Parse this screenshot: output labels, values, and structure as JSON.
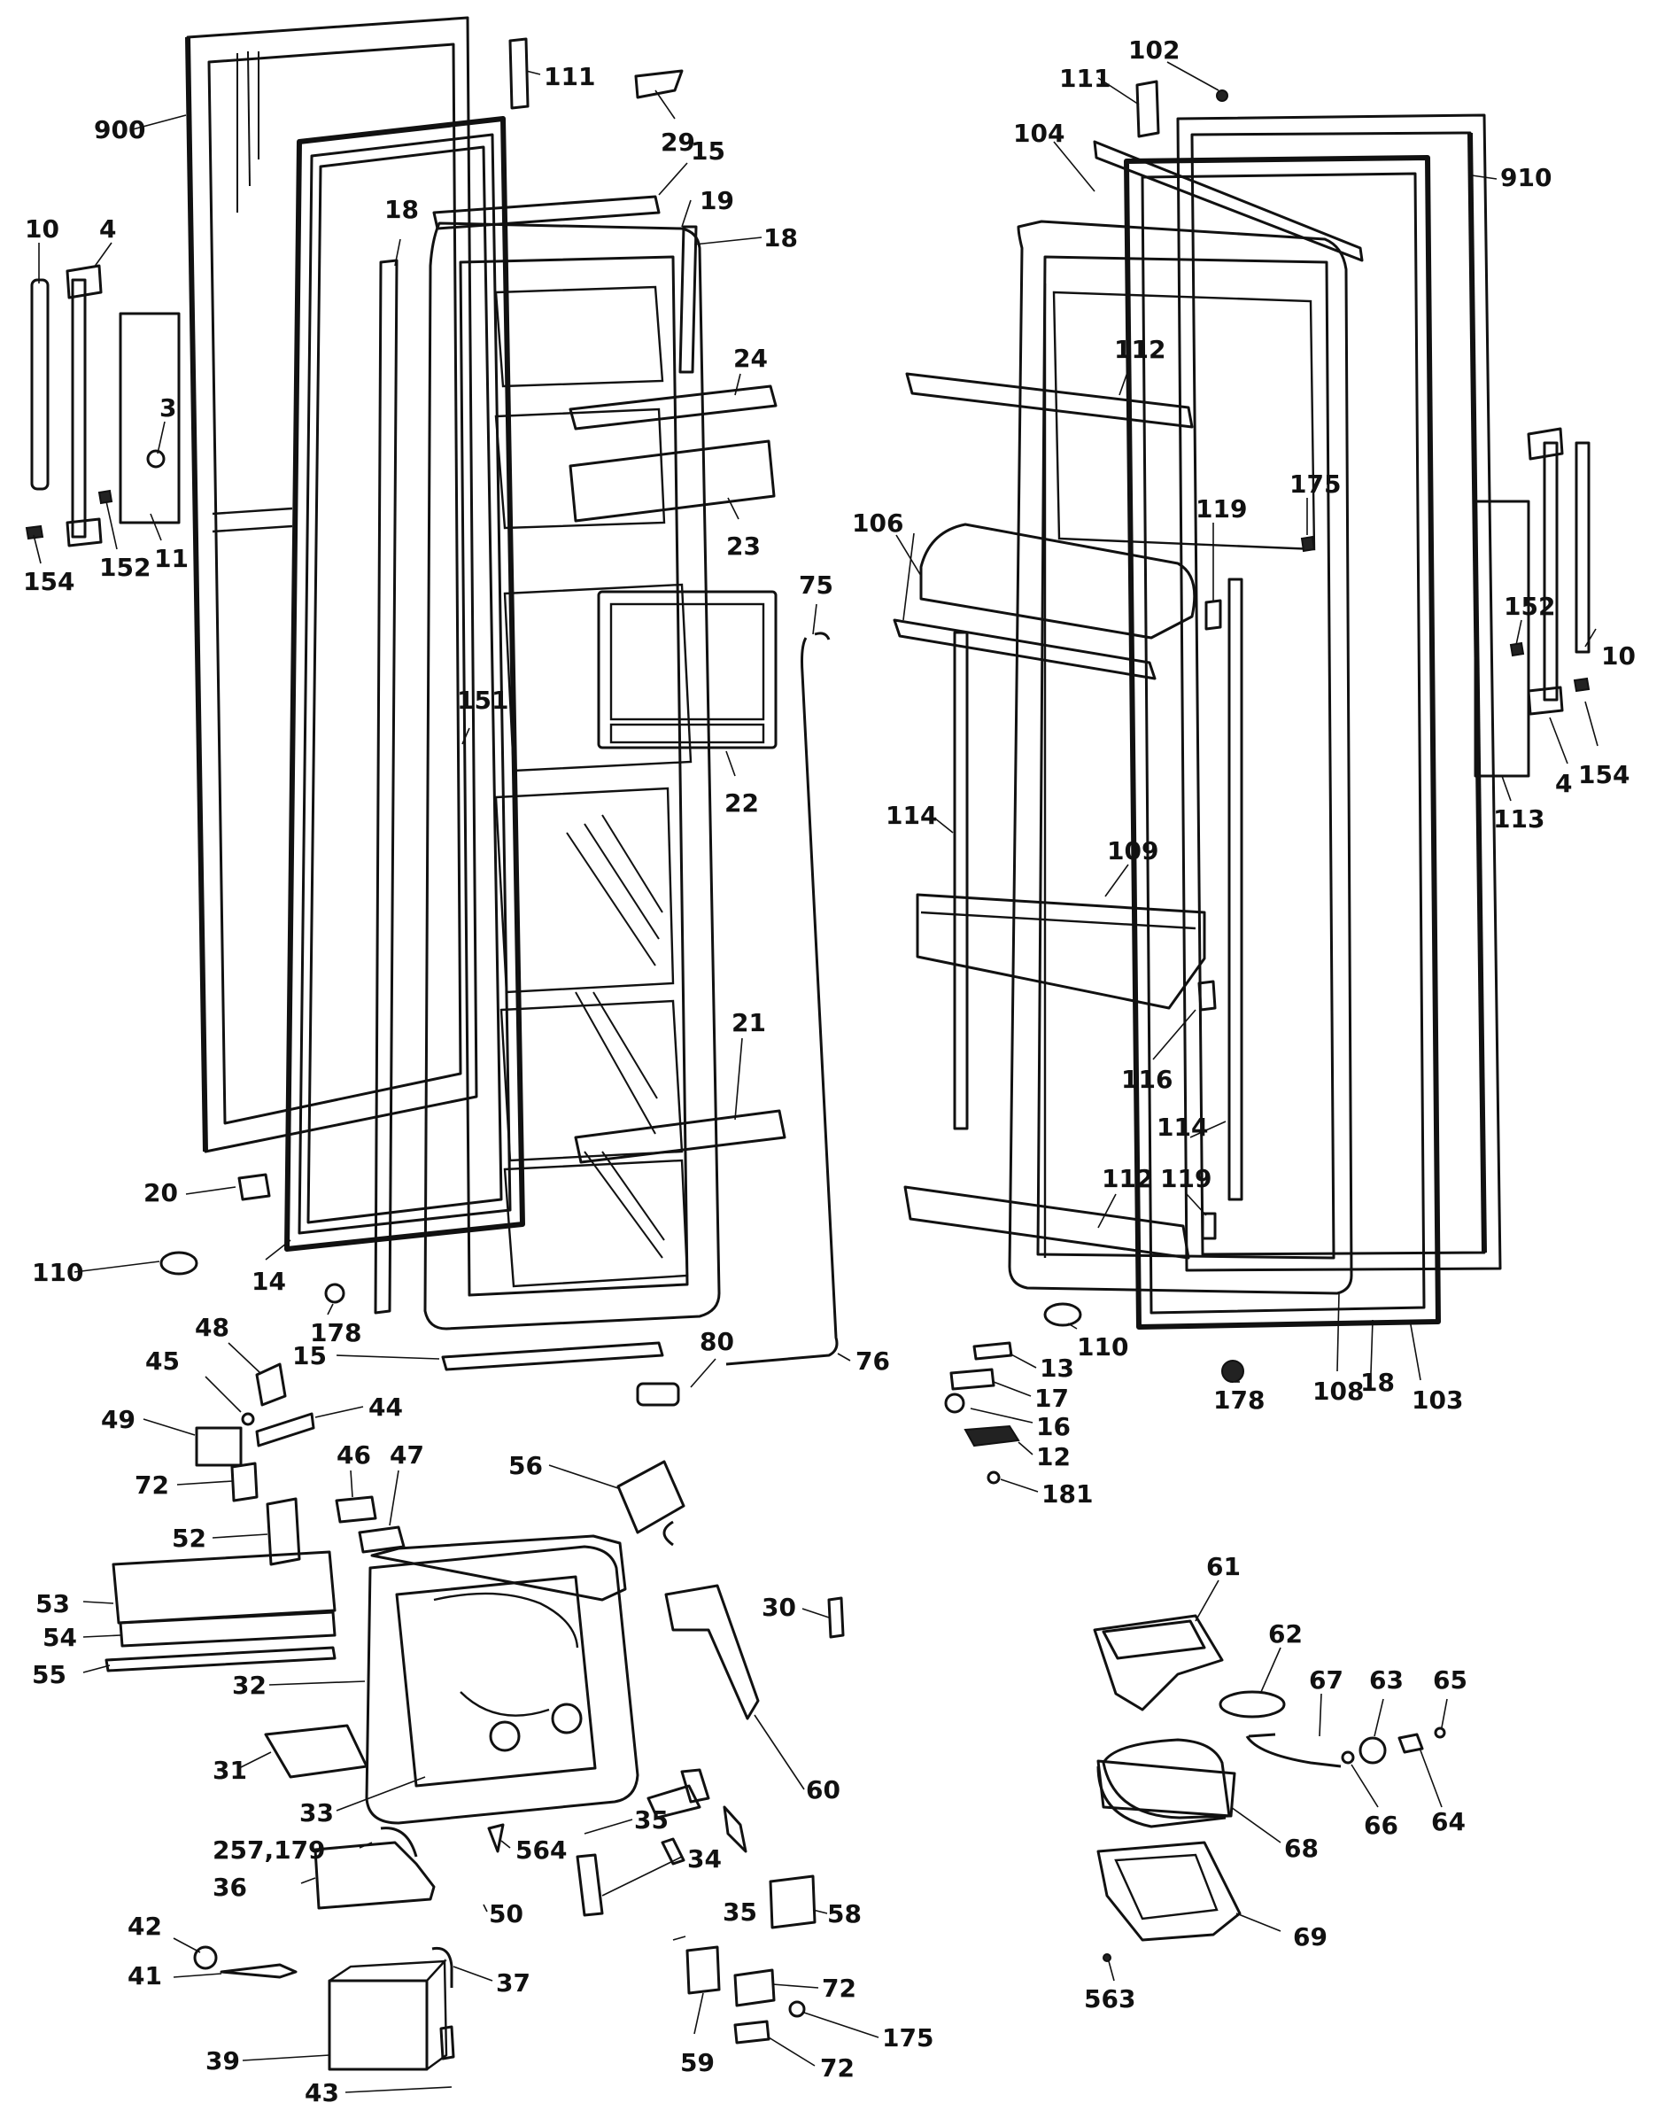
{
  "labels": [
    {
      "id": "900",
      "text": "900"
    },
    {
      "id": "111a",
      "text": "111"
    },
    {
      "id": "29",
      "text": "29"
    },
    {
      "id": "15a",
      "text": "15"
    },
    {
      "id": "19",
      "text": "19"
    },
    {
      "id": "18a",
      "text": "18"
    },
    {
      "id": "18b",
      "text": "18"
    },
    {
      "id": "10a",
      "text": "10"
    },
    {
      "id": "4a",
      "text": "4"
    },
    {
      "id": "3",
      "text": "3"
    },
    {
      "id": "154a",
      "text": "154"
    },
    {
      "id": "152a",
      "text": "152"
    },
    {
      "id": "11",
      "text": "11"
    },
    {
      "id": "24",
      "text": "24"
    },
    {
      "id": "23",
      "text": "23"
    },
    {
      "id": "151",
      "text": "151"
    },
    {
      "id": "22",
      "text": "22"
    },
    {
      "id": "21",
      "text": "21"
    },
    {
      "id": "75",
      "text": "75"
    },
    {
      "id": "20",
      "text": "20"
    },
    {
      "id": "110a",
      "text": "110"
    },
    {
      "id": "14",
      "text": "14"
    },
    {
      "id": "178a",
      "text": "178"
    },
    {
      "id": "15b",
      "text": "15"
    },
    {
      "id": "80",
      "text": "80"
    },
    {
      "id": "76",
      "text": "76"
    },
    {
      "id": "48",
      "text": "48"
    },
    {
      "id": "45",
      "text": "45"
    },
    {
      "id": "44",
      "text": "44"
    },
    {
      "id": "49",
      "text": "49"
    },
    {
      "id": "46",
      "text": "46"
    },
    {
      "id": "47",
      "text": "47"
    },
    {
      "id": "56",
      "text": "56"
    },
    {
      "id": "72a",
      "text": "72"
    },
    {
      "id": "52",
      "text": "52"
    },
    {
      "id": "53",
      "text": "53"
    },
    {
      "id": "54",
      "text": "54"
    },
    {
      "id": "55",
      "text": "55"
    },
    {
      "id": "32",
      "text": "32"
    },
    {
      "id": "30",
      "text": "30"
    },
    {
      "id": "31",
      "text": "31"
    },
    {
      "id": "60",
      "text": "60"
    },
    {
      "id": "33",
      "text": "33"
    },
    {
      "id": "35a",
      "text": "35"
    },
    {
      "id": "34",
      "text": "34"
    },
    {
      "id": "35b",
      "text": "35"
    },
    {
      "id": "257179",
      "text": "257,179"
    },
    {
      "id": "564",
      "text": "564"
    },
    {
      "id": "36",
      "text": "36"
    },
    {
      "id": "50",
      "text": "50"
    },
    {
      "id": "42",
      "text": "42"
    },
    {
      "id": "41",
      "text": "41"
    },
    {
      "id": "37",
      "text": "37"
    },
    {
      "id": "58",
      "text": "58"
    },
    {
      "id": "72b",
      "text": "72"
    },
    {
      "id": "39",
      "text": "39"
    },
    {
      "id": "59",
      "text": "59"
    },
    {
      "id": "175a",
      "text": "175"
    },
    {
      "id": "43",
      "text": "43"
    },
    {
      "id": "72c",
      "text": "72"
    },
    {
      "id": "102",
      "text": "102"
    },
    {
      "id": "111b",
      "text": "111"
    },
    {
      "id": "104",
      "text": "104"
    },
    {
      "id": "910",
      "text": "910"
    },
    {
      "id": "112a",
      "text": "112"
    },
    {
      "id": "175b",
      "text": "175"
    },
    {
      "id": "106",
      "text": "106"
    },
    {
      "id": "119a",
      "text": "119"
    },
    {
      "id": "152b",
      "text": "152"
    },
    {
      "id": "10b",
      "text": "10"
    },
    {
      "id": "154b",
      "text": "154"
    },
    {
      "id": "4b",
      "text": "4"
    },
    {
      "id": "113",
      "text": "113"
    },
    {
      "id": "114a",
      "text": "114"
    },
    {
      "id": "109",
      "text": "109"
    },
    {
      "id": "116",
      "text": "116"
    },
    {
      "id": "114b",
      "text": "114"
    },
    {
      "id": "112b",
      "text": "112"
    },
    {
      "id": "119b",
      "text": "119"
    },
    {
      "id": "110b",
      "text": "110"
    },
    {
      "id": "178b",
      "text": "178"
    },
    {
      "id": "108",
      "text": "108"
    },
    {
      "id": "18c",
      "text": "18"
    },
    {
      "id": "103",
      "text": "103"
    },
    {
      "id": "13",
      "text": "13"
    },
    {
      "id": "17",
      "text": "17"
    },
    {
      "id": "16",
      "text": "16"
    },
    {
      "id": "12",
      "text": "12"
    },
    {
      "id": "181",
      "text": "181"
    },
    {
      "id": "61",
      "text": "61"
    },
    {
      "id": "62",
      "text": "62"
    },
    {
      "id": "67",
      "text": "67"
    },
    {
      "id": "63",
      "text": "63"
    },
    {
      "id": "65",
      "text": "65"
    },
    {
      "id": "68",
      "text": "68"
    },
    {
      "id": "66",
      "text": "66"
    },
    {
      "id": "64",
      "text": "64"
    },
    {
      "id": "69",
      "text": "69"
    },
    {
      "id": "563",
      "text": "563"
    }
  ]
}
